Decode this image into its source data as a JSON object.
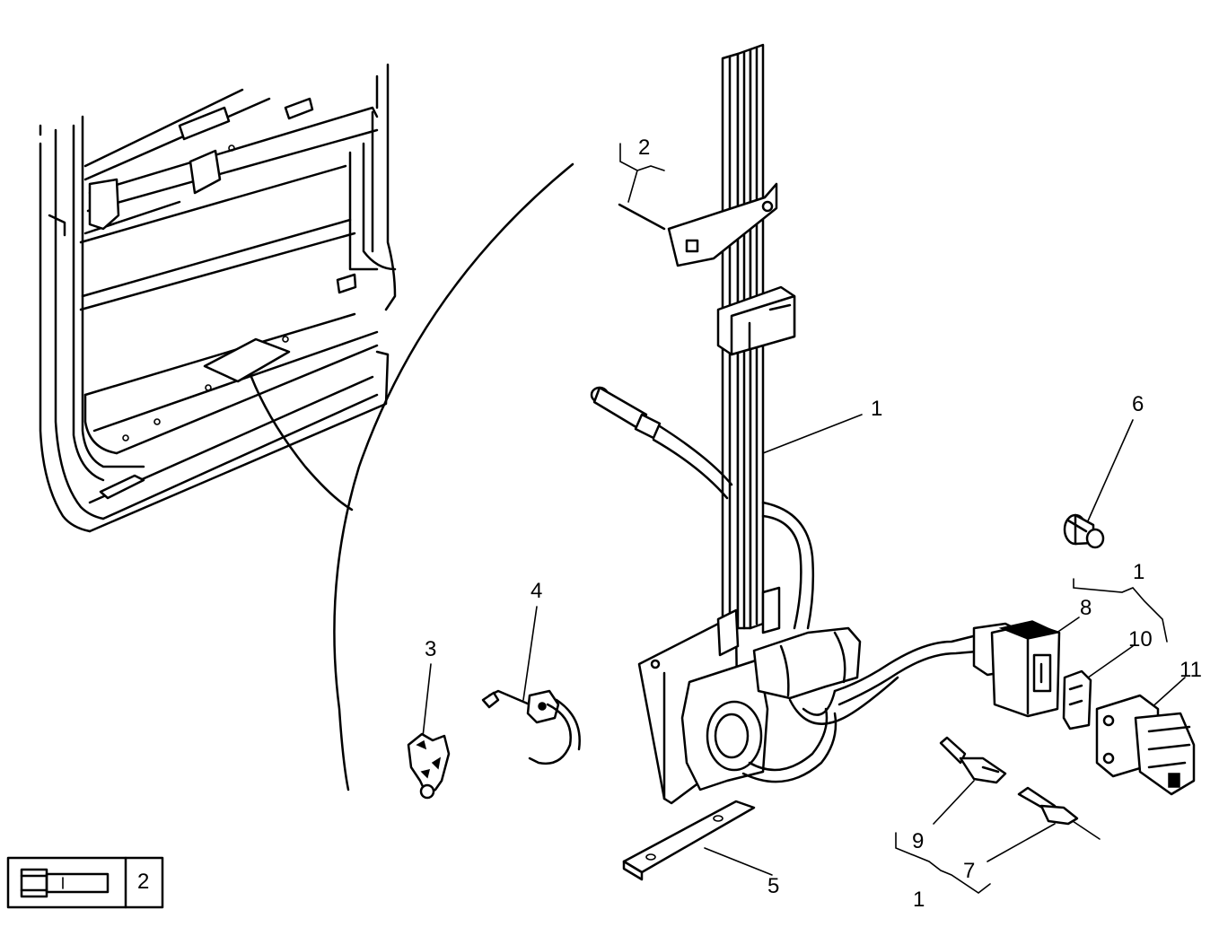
{
  "diagram": {
    "callouts": [
      {
        "id": "callout-2-top",
        "text": "2"
      },
      {
        "id": "callout-1-regulator",
        "text": "1"
      },
      {
        "id": "callout-6",
        "text": "6"
      },
      {
        "id": "callout-1-connector-group",
        "text": "1"
      },
      {
        "id": "callout-8",
        "text": "8"
      },
      {
        "id": "callout-10",
        "text": "10"
      },
      {
        "id": "callout-11",
        "text": "11"
      },
      {
        "id": "callout-4",
        "text": "4"
      },
      {
        "id": "callout-3",
        "text": "3"
      },
      {
        "id": "callout-9",
        "text": "9"
      },
      {
        "id": "callout-7",
        "text": "7"
      },
      {
        "id": "callout-5",
        "text": "5"
      },
      {
        "id": "callout-1-terminal-group",
        "text": "1"
      }
    ],
    "legend": {
      "icon": "bolt-icon",
      "text": "2"
    }
  }
}
